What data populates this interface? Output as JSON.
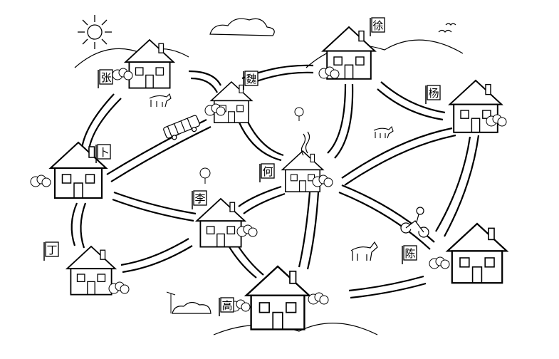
{
  "houses": [
    {
      "id": "zhang",
      "sign": "张"
    },
    {
      "id": "wei",
      "sign": "魏"
    },
    {
      "id": "xu",
      "sign": "徐"
    },
    {
      "id": "yang",
      "sign": "杨"
    },
    {
      "id": "bu",
      "sign": "卜"
    },
    {
      "id": "he",
      "sign": "何"
    },
    {
      "id": "li",
      "sign": "李"
    },
    {
      "id": "ding",
      "sign": "丁"
    },
    {
      "id": "chen",
      "sign": "陈"
    },
    {
      "id": "gao",
      "sign": "高"
    }
  ],
  "road_connections": [
    [
      "zhang",
      "wei"
    ],
    [
      "zhang",
      "bu"
    ],
    [
      "wei",
      "xu"
    ],
    [
      "wei",
      "he"
    ],
    [
      "xu",
      "he"
    ],
    [
      "xu",
      "yang"
    ],
    [
      "yang",
      "he"
    ],
    [
      "yang",
      "chen"
    ],
    [
      "bu",
      "li"
    ],
    [
      "bu",
      "ding"
    ],
    [
      "bu",
      "wei"
    ],
    [
      "he",
      "li"
    ],
    [
      "he",
      "gao"
    ],
    [
      "he",
      "chen"
    ],
    [
      "li",
      "ding"
    ],
    [
      "li",
      "gao"
    ],
    [
      "gao",
      "chen"
    ]
  ]
}
